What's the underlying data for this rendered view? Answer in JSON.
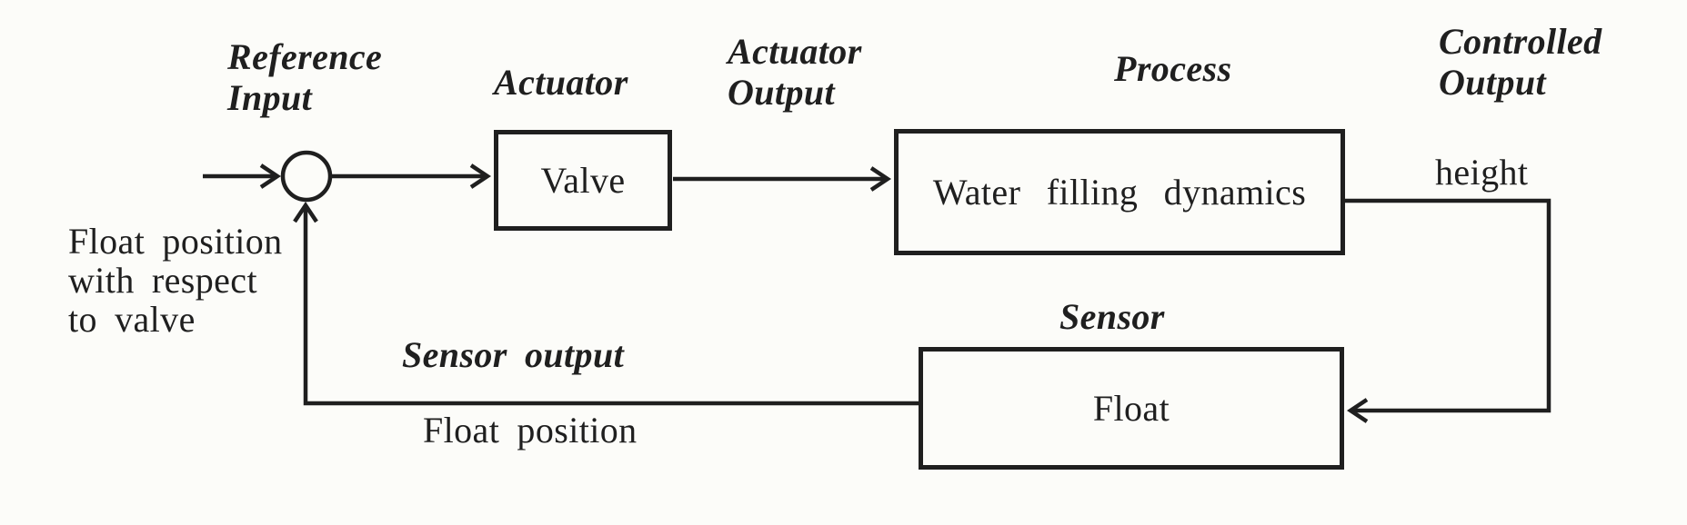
{
  "colors": {
    "ink": "#1f1f1f",
    "paper": "#fcfcf9"
  },
  "labels": {
    "reference_input": "Reference\nInput",
    "actuator": "Actuator",
    "actuator_output": "Actuator\nOutput",
    "process": "Process",
    "controlled_output": "Controlled\nOutput",
    "height": "height",
    "float_position_wrt_valve": "Float position\nwith respect\nto valve",
    "sensor_output": "Sensor output",
    "float_position": "Float position",
    "sensor": "Sensor"
  },
  "blocks": {
    "actuator": {
      "label": "Valve"
    },
    "process": {
      "label": "Water filling dynamics"
    },
    "sensor": {
      "label": "Float"
    }
  }
}
